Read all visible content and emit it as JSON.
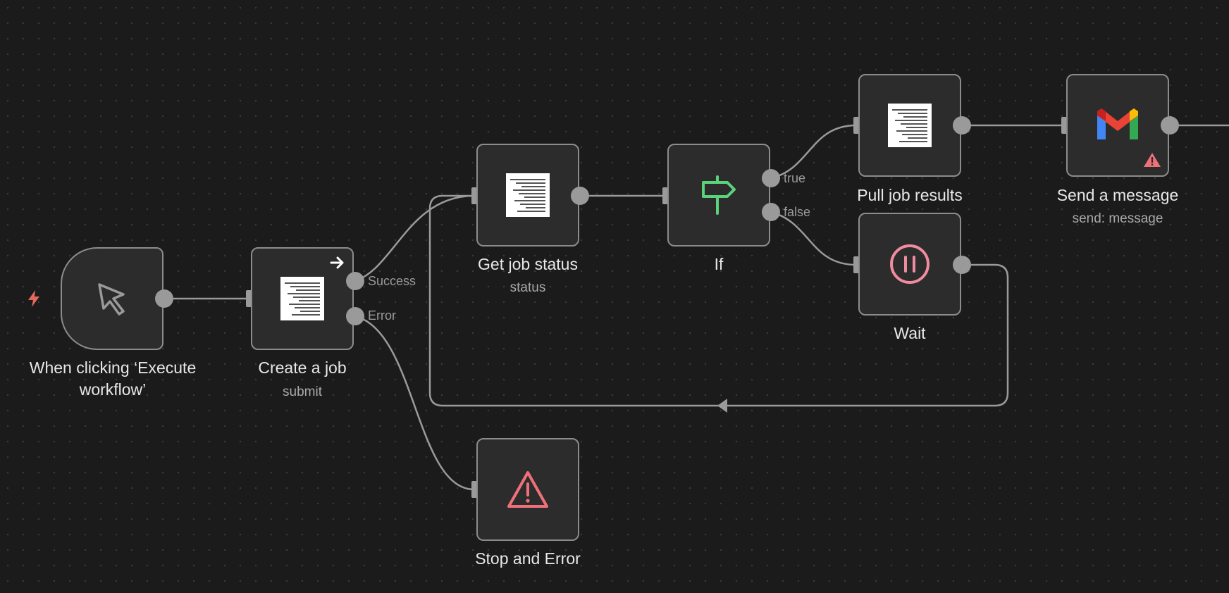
{
  "nodes": {
    "trigger": {
      "label": "When clicking ‘Execute workflow’",
      "icon": "cursor-icon"
    },
    "create_job": {
      "label": "Create a job",
      "subtitle": "submit",
      "icon": "document-icon"
    },
    "get_status": {
      "label": "Get job status",
      "subtitle": "status",
      "icon": "document-icon"
    },
    "if_node": {
      "label": "If",
      "icon": "signpost-icon"
    },
    "pull_results": {
      "label": "Pull job results",
      "subtitle": "pull",
      "icon": "document-icon"
    },
    "wait": {
      "label": "Wait",
      "icon": "pause-icon"
    },
    "send_message": {
      "label": "Send a message",
      "subtitle": "send: message",
      "icon": "gmail-icon"
    },
    "stop_error": {
      "label": "Stop and Error",
      "icon": "warning-icon"
    }
  },
  "ports": {
    "success": "Success",
    "error": "Error",
    "true": "true",
    "false": "false"
  },
  "colors": {
    "background": "#1b1b1b",
    "node_fill": "#2c2c2c",
    "node_border": "#8c8c8c",
    "edge": "#9a9a9a",
    "trigger_bolt": "#e36a5a",
    "if_green": "#5bd37a",
    "wait_pink": "#f08ca0",
    "error_red": "#f0707a",
    "gmail_red": "#ea4335",
    "gmail_blue": "#4285f4",
    "gmail_green": "#34a853",
    "gmail_yellow": "#fbbc04"
  }
}
